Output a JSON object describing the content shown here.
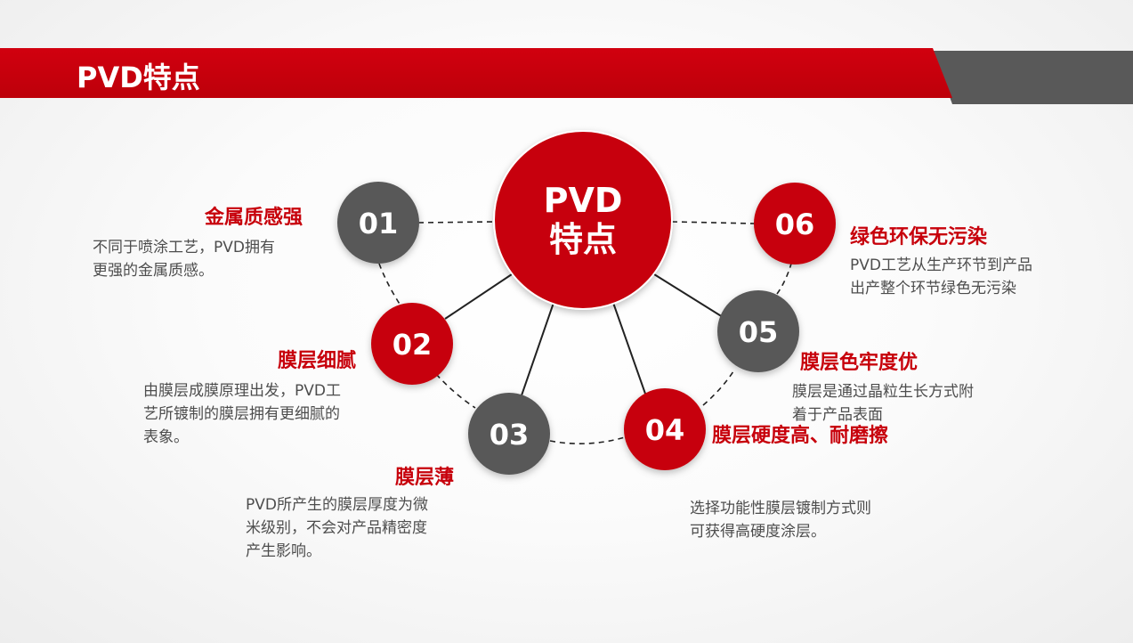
{
  "header": {
    "title": "PVD特点"
  },
  "colors": {
    "red": "#c7000b",
    "gray": "#595959",
    "title_bar_dark": "#595959"
  },
  "center": {
    "line1": "PVD",
    "line2": "特点"
  },
  "features": [
    {
      "num": "01",
      "title": "金属质感强",
      "desc": "不同于喷涂工艺，PVD拥有\n更强的金属质感。",
      "color": "gray"
    },
    {
      "num": "02",
      "title": "膜层细腻",
      "desc": "由膜层成膜原理出发，PVD工\n艺所镀制的膜层拥有更细腻的\n表象。",
      "color": "red"
    },
    {
      "num": "03",
      "title": "膜层薄",
      "desc": "PVD所产生的膜层厚度为微\n米级别，不会对产品精密度\n产生影响。",
      "color": "gray"
    },
    {
      "num": "04",
      "title": "膜层硬度高、耐磨擦",
      "desc": "选择功能性膜层镀制方式则\n可获得高硬度涂层。",
      "color": "red"
    },
    {
      "num": "05",
      "title": "膜层色牢度优",
      "desc": "膜层是通过晶粒生长方式附\n着于产品表面",
      "color": "gray"
    },
    {
      "num": "06",
      "title": "绿色环保无污染",
      "desc": "PVD工艺从生产环节到产品\n出产整个环节绿色无污染",
      "color": "red"
    }
  ]
}
